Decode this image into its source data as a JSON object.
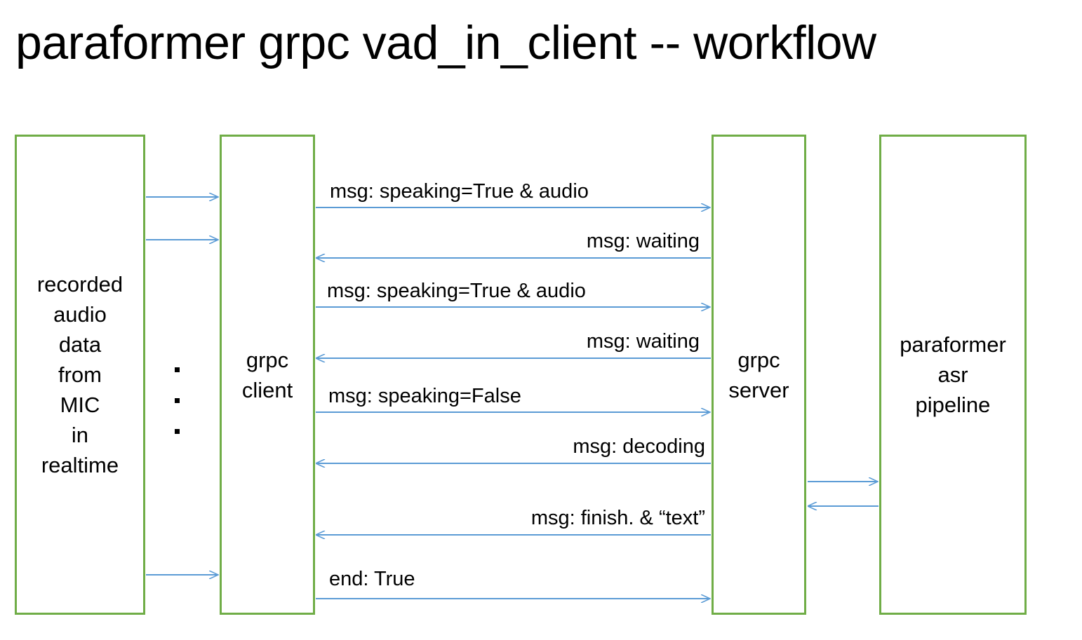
{
  "title": "paraformer grpc vad_in_client -- workflow",
  "colors": {
    "lane_border": "#70AD47",
    "arrow": "#5B9BD5",
    "text": "#000000",
    "background": "#FFFFFF"
  },
  "lanes": [
    {
      "id": "recorded-audio",
      "label": "recorded\naudio\ndata\nfrom\nMIC\nin\nrealtime"
    },
    {
      "id": "grpc-client",
      "label": "grpc\nclient"
    },
    {
      "id": "grpc-server",
      "label": "grpc\nserver"
    },
    {
      "id": "paraformer-asr",
      "label": "paraformer\nasr\npipeline"
    }
  ],
  "messages": [
    {
      "id": "msg-speaking-true-1",
      "label": "msg: speaking=True & audio",
      "direction": "right",
      "align": "left",
      "from": "grpc-client",
      "to": "grpc-server"
    },
    {
      "id": "msg-waiting-1",
      "label": "msg: waiting",
      "direction": "left",
      "align": "right",
      "from": "grpc-server",
      "to": "grpc-client"
    },
    {
      "id": "msg-speaking-true-2",
      "label": "msg: speaking=True & audio",
      "direction": "right",
      "align": "left",
      "from": "grpc-client",
      "to": "grpc-server"
    },
    {
      "id": "msg-waiting-2",
      "label": "msg: waiting",
      "direction": "left",
      "align": "right",
      "from": "grpc-server",
      "to": "grpc-client"
    },
    {
      "id": "msg-speaking-false",
      "label": "msg: speaking=False",
      "direction": "right",
      "align": "left",
      "from": "grpc-client",
      "to": "grpc-server"
    },
    {
      "id": "msg-decoding",
      "label": "msg: decoding",
      "direction": "left",
      "align": "right",
      "from": "grpc-server",
      "to": "grpc-client"
    },
    {
      "id": "msg-finish-text",
      "label": "msg: finish. &  “text”",
      "direction": "left",
      "align": "right",
      "from": "grpc-server",
      "to": "grpc-client"
    },
    {
      "id": "msg-end-true",
      "label": "end: True",
      "direction": "right",
      "align": "left",
      "from": "grpc-client",
      "to": "grpc-server"
    }
  ],
  "audio_feed_arrows": {
    "count": 3,
    "direction": "right",
    "from": "recorded-audio",
    "to": "grpc-client"
  },
  "asr_arrows": {
    "count": 2,
    "directions": [
      "right",
      "left"
    ],
    "between": [
      "grpc-server",
      "paraformer-asr"
    ]
  },
  "continuation_dots": {
    "count": 3,
    "glyph": "."
  }
}
